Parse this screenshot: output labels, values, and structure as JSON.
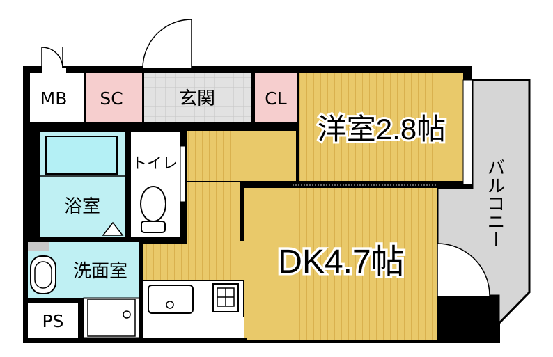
{
  "rooms": {
    "mb": "MB",
    "sc": "SC",
    "entrance": "玄関",
    "cl": "CL",
    "western_room": "洋室2.8帖",
    "toilet": "トイレ",
    "bathroom": "浴室",
    "washroom": "洗面室",
    "ps": "PS",
    "dk": "DK4.7帖",
    "balcony": "バルコニー"
  },
  "colors": {
    "wall": "#000000",
    "floor_wood": "#e9c96a",
    "floor_wood_stripe": "#d9b14e",
    "wet_area": "#bff0f3",
    "storage": "#f6cece",
    "entrance_tile": "#e2e2e2",
    "balcony": "#d6d6d6",
    "white": "#ffffff"
  }
}
